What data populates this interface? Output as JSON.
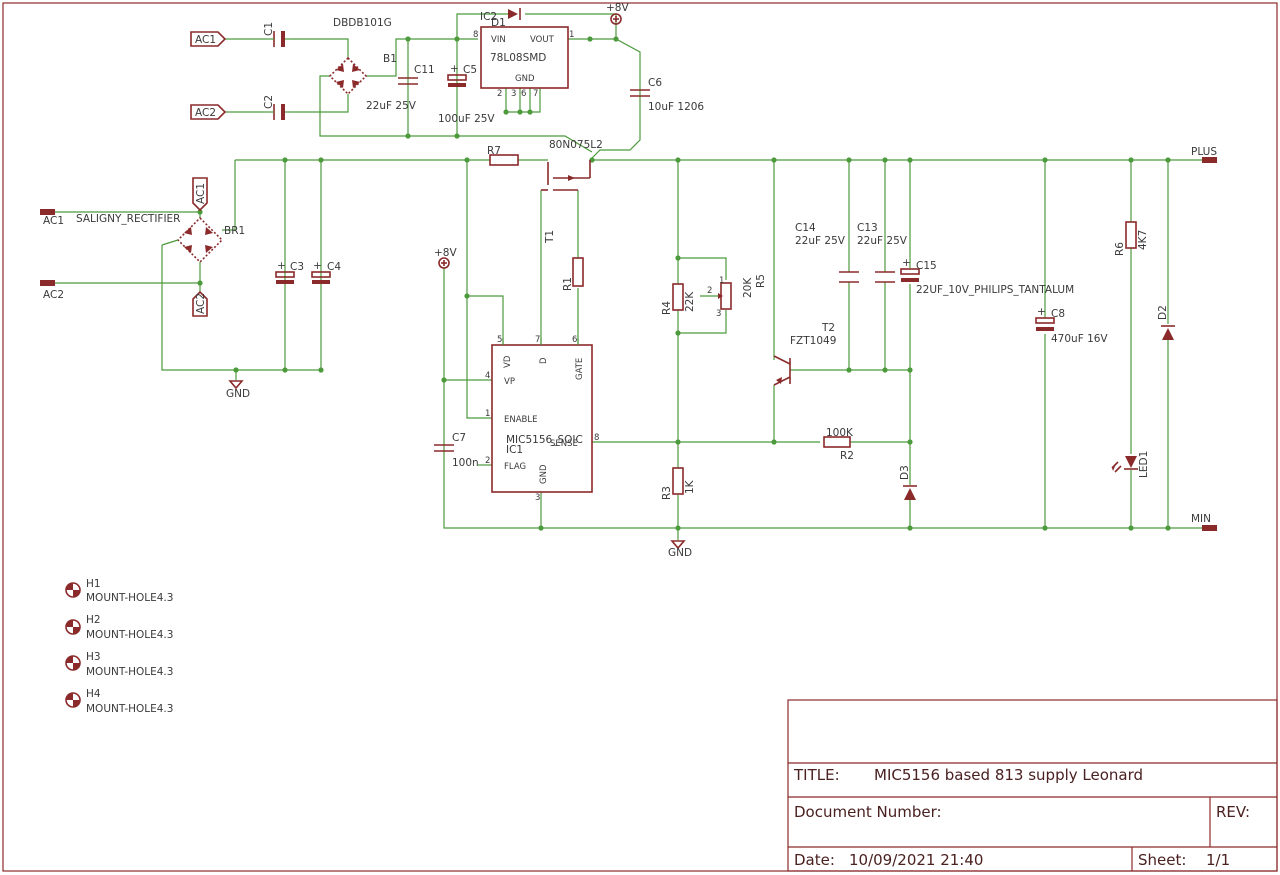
{
  "components": {
    "b1_part": "DBDB101G",
    "b1": "B1",
    "ic2": "IC2",
    "d1": "D1",
    "reg_part": "78L08SMD",
    "reg_vin": "VIN",
    "reg_vout": "VOUT",
    "reg_gnd": "GND",
    "c1": "C1",
    "c2": "C2",
    "c11": "C11",
    "c5": "C5",
    "c5_val": "100uF 25V",
    "c11_val": "22uF 25V",
    "c6": "C6",
    "c6_val": "10uF 1206",
    "mosfet_part": "80N075L2",
    "r7": "R7",
    "t1": "T1",
    "r1": "R1",
    "rect_name": "SALIGNY_RECTIFIER",
    "br1": "BR1",
    "c3": "C3",
    "c4": "C4",
    "r4": "R4",
    "r4_val": "22K",
    "r5": "R5",
    "r5_val": "20K",
    "c14": "C14",
    "c14_val": "22uF 25V",
    "c13": "C13",
    "c13_val": "22uF 25V",
    "c15": "C15",
    "c15_val": "22UF_10V_PHILIPS_TANTALUM",
    "t2": "T2",
    "t2_part": "FZT1049",
    "ic1_part": "MIC5156_SOIC",
    "ic1": "IC1",
    "ic1_vd": "VD",
    "ic1_d": "D",
    "ic1_gate": "GATE",
    "ic1_vp": "VP",
    "ic1_enable": "ENABLE",
    "ic1_sense": "SENSE",
    "ic1_flag": "FLAG",
    "ic1_gnd": "GND",
    "c7": "C7",
    "c7_val": "100n",
    "r2": "R2",
    "r2_val": "100K",
    "r3": "R3",
    "r3_val": "1K",
    "d3": "D3",
    "c8": "C8",
    "c8_val": "470uF 16V",
    "r6": "R6",
    "r6_val": "4K7",
    "d2": "D2",
    "led1": "LED1"
  },
  "pins": {
    "p8": "8",
    "p1": "1",
    "p2": "2",
    "p3": "3",
    "p4": "4",
    "p5": "5",
    "p6": "6",
    "p7": "7"
  },
  "nets": {
    "ac1": "AC1",
    "ac2": "AC2",
    "plus": "PLUS",
    "min": "MIN",
    "gnd": "GND",
    "v8": "+8V"
  },
  "mount_holes": [
    {
      "name": "H1",
      "value": "MOUNT-HOLE4.3"
    },
    {
      "name": "H2",
      "value": "MOUNT-HOLE4.3"
    },
    {
      "name": "H3",
      "value": "MOUNT-HOLE4.3"
    },
    {
      "name": "H4",
      "value": "MOUNT-HOLE4.3"
    }
  ],
  "title_block": {
    "title_label": "TITLE:",
    "title": "MIC5156 based 813 supply Leonard",
    "docnum_label": "Document Number:",
    "rev_label": "REV:",
    "date_label": "Date:",
    "date": "10/09/2021 21:40",
    "sheet_label": "Sheet:",
    "sheet": "1/1"
  },
  "colors": {
    "wire": "#4c9a3c",
    "part": "#8b2a2a",
    "text": "#3a3a3a"
  }
}
